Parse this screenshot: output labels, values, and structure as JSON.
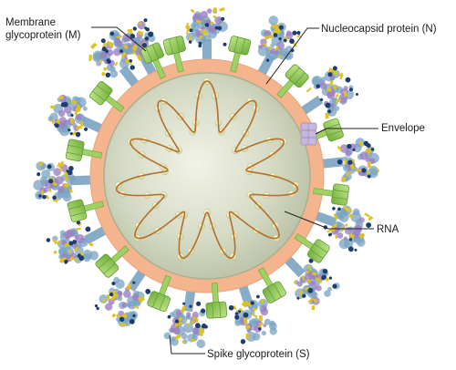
{
  "labels": {
    "membrane_line1": "Membrane",
    "membrane_line2": "glycoprotein (M)",
    "nucleocapsid": "Nucleocapsid protein (N)",
    "envelope": "Envelope",
    "rna": "RNA",
    "spike": "Spike glycoprotein (S)"
  },
  "colors": {
    "envelope_ring": "#f3b48e",
    "interior": "#cdd3ba",
    "interior_light": "#eef1e4",
    "membrane_protein": "#8dc653",
    "membrane_stem": "#9fd063",
    "nucleocapsid_bead": "#e6e8c2",
    "rna": "#c07a2e",
    "envelope_protein": "#c8b7dc",
    "spike_yellow": "#e1c21d",
    "spike_blue": "#7aa3c2",
    "spike_purple": "#9b7fc0",
    "spike_navy": "#1e3d6c",
    "leader_line": "#222222"
  }
}
